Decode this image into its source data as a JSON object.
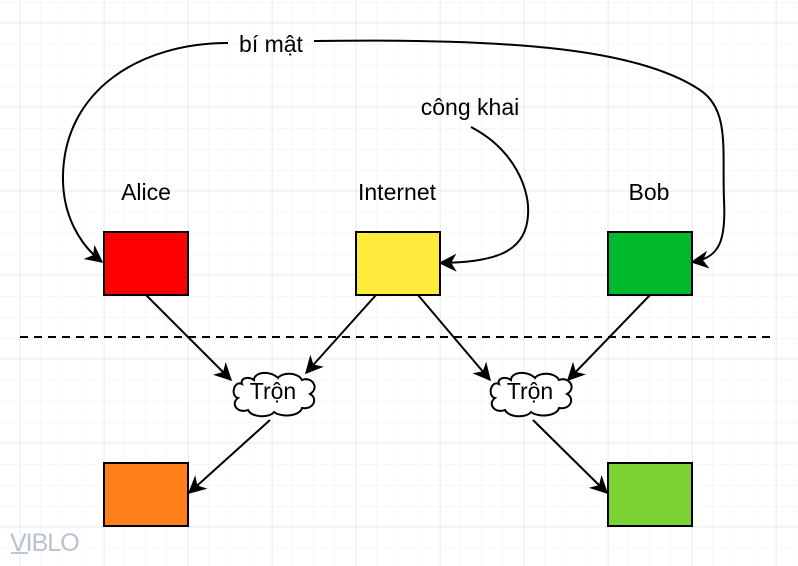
{
  "diagram": {
    "labels": {
      "secret": "bí mật",
      "public": "công khai",
      "alice": "Alice",
      "internet": "Internet",
      "bob": "Bob",
      "mix_left": "Trộn",
      "mix_right": "Trộn"
    },
    "colors": {
      "alice": "#ff0000",
      "internet": "#ffeb3b",
      "bob": "#00b92c",
      "result_left": "#ff7f1a",
      "result_right": "#7ed334"
    },
    "watermark": "VIBLO"
  }
}
